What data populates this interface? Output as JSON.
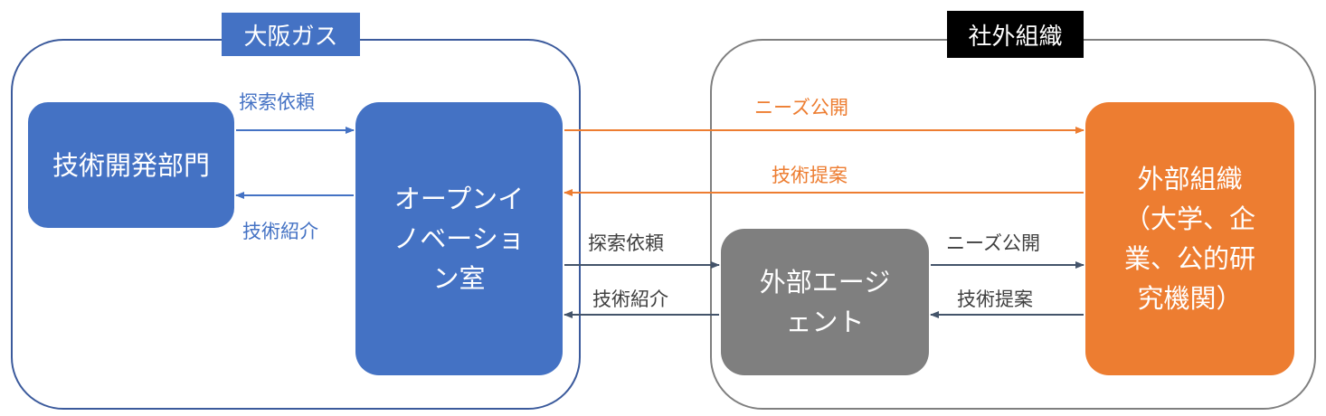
{
  "groups": {
    "osaka_gas": {
      "tag": "大阪ガス"
    },
    "external": {
      "tag": "社外組織"
    }
  },
  "nodes": {
    "rd_division": "技術開発部門",
    "open_innovation": "オープンイノベーション室",
    "external_agent": "外部エージェント",
    "external_org": "外部組織（大学、企業、公的研究機関）"
  },
  "edges": {
    "rd_to_oi": "探索依頼",
    "oi_to_rd": "技術紹介",
    "oi_to_org": "ニーズ公開",
    "org_to_oi": "技術提案",
    "oi_to_agent": "探索依頼",
    "agent_to_oi": "技術紹介",
    "agent_to_org": "ニーズ公開",
    "org_to_agent": "技術提案"
  },
  "colors": {
    "osaka_blue": "#4472c4",
    "external_black": "#000000",
    "agent_gray": "#7f7f7f",
    "org_orange": "#ed7d31",
    "arrow_dark": "#44546a"
  }
}
